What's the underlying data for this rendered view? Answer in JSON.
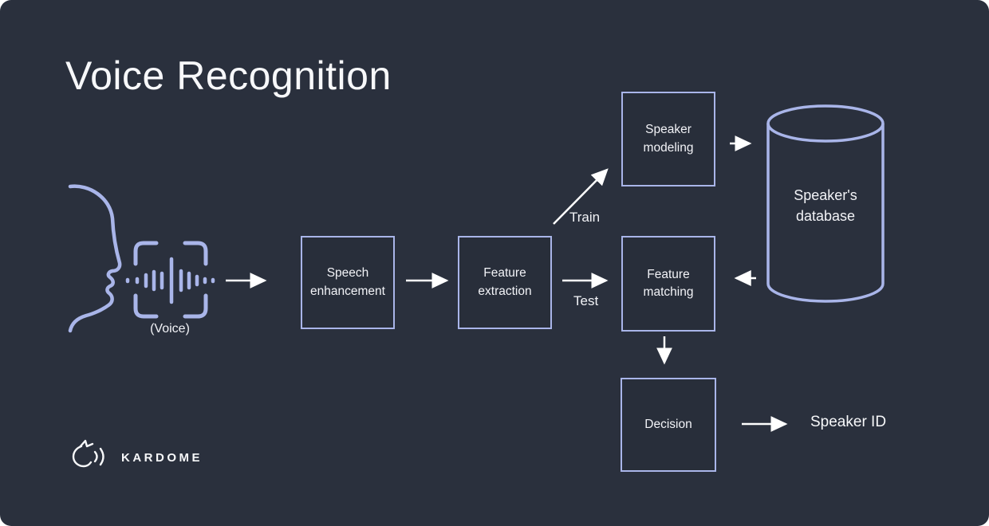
{
  "title": "Voice Recognition",
  "colors": {
    "background": "#2a303d",
    "accent": "#a9b5e9",
    "text": "#f2f3f7",
    "arrow": "#ffffff"
  },
  "diagram": {
    "voice_label": "(Voice)",
    "boxes": {
      "speech_enhancement": "Speech enhancement",
      "feature_extraction": "Feature extraction",
      "speaker_modeling": "Speaker modeling",
      "feature_matching": "Feature matching",
      "decision": "Decision"
    },
    "database_label": "Speaker's database",
    "train_label": "Train",
    "test_label": "Test",
    "output_label": "Speaker ID"
  },
  "logo": {
    "text": "KARDOME"
  }
}
